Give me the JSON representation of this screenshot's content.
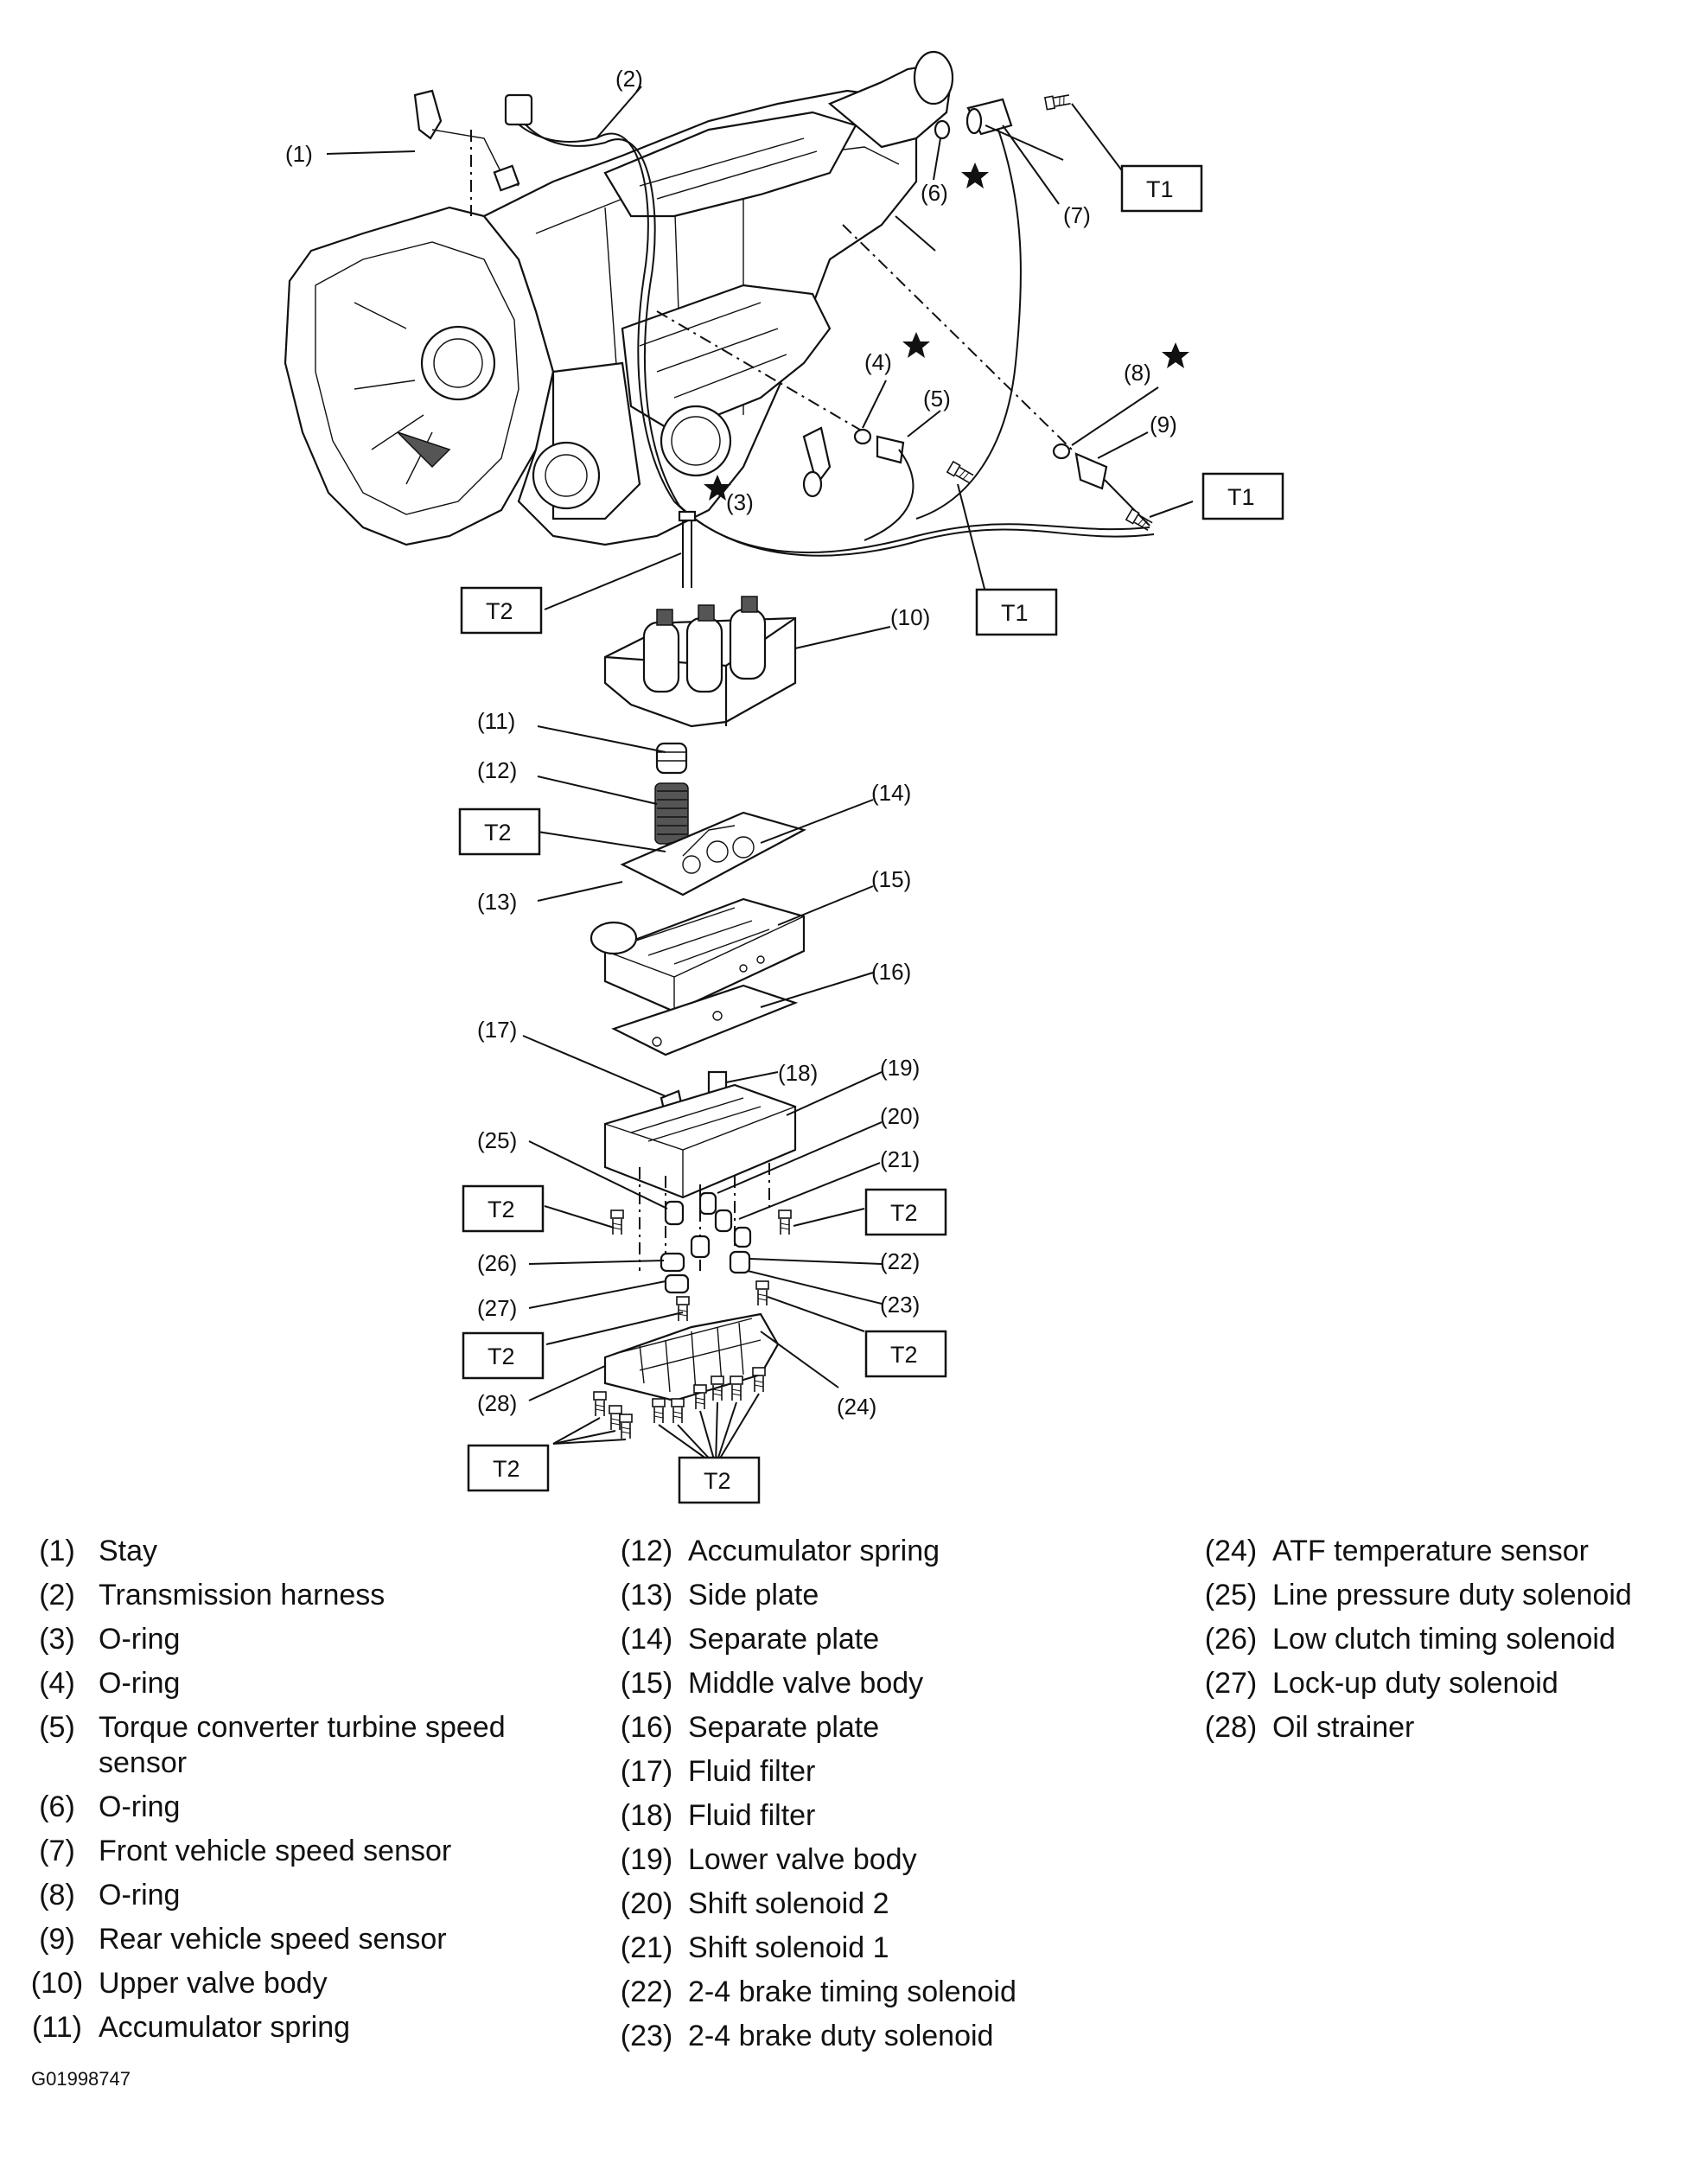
{
  "diagram": {
    "callouts": [
      "(1)",
      "(2)",
      "(3)",
      "(4)",
      "(5)",
      "(6)",
      "(7)",
      "(8)",
      "(9)",
      "(10)",
      "(11)",
      "(12)",
      "(13)",
      "(14)",
      "(15)",
      "(16)",
      "(17)",
      "(18)",
      "(19)",
      "(20)",
      "(21)",
      "(22)",
      "(23)",
      "(24)",
      "(25)",
      "(26)",
      "(27)",
      "(28)"
    ],
    "torque_t1": "T1",
    "torque_t2": "T2"
  },
  "legend": {
    "col1": [
      {
        "num": "(1)",
        "text": "Stay"
      },
      {
        "num": "(2)",
        "text": "Transmission harness"
      },
      {
        "num": "(3)",
        "text": "O-ring"
      },
      {
        "num": "(4)",
        "text": "O-ring"
      },
      {
        "num": "(5)",
        "text": "Torque converter turbine speed",
        "text2": "sensor"
      },
      {
        "num": "(6)",
        "text": "O-ring"
      },
      {
        "num": "(7)",
        "text": "Front vehicle speed sensor"
      },
      {
        "num": "(8)",
        "text": "O-ring"
      },
      {
        "num": "(9)",
        "text": "Rear vehicle speed sensor"
      },
      {
        "num": "(10)",
        "text": "Upper valve body"
      },
      {
        "num": "(11)",
        "text": "Accumulator spring"
      }
    ],
    "col2": [
      {
        "num": "(12)",
        "text": "Accumulator spring"
      },
      {
        "num": "(13)",
        "text": "Side plate"
      },
      {
        "num": "(14)",
        "text": "Separate plate"
      },
      {
        "num": "(15)",
        "text": "Middle valve body"
      },
      {
        "num": "(16)",
        "text": "Separate plate"
      },
      {
        "num": "(17)",
        "text": "Fluid filter"
      },
      {
        "num": "(18)",
        "text": "Fluid filter"
      },
      {
        "num": "(19)",
        "text": "Lower valve body"
      },
      {
        "num": "(20)",
        "text": "Shift solenoid 2"
      },
      {
        "num": "(21)",
        "text": "Shift solenoid 1"
      },
      {
        "num": "(22)",
        "text": "2-4 brake timing solenoid"
      },
      {
        "num": "(23)",
        "text": "2-4 brake duty solenoid"
      }
    ],
    "col3": [
      {
        "num": "(24)",
        "text": "ATF temperature sensor"
      },
      {
        "num": "(25)",
        "text": "Line pressure duty solenoid"
      },
      {
        "num": "(26)",
        "text": "Low clutch timing solenoid"
      },
      {
        "num": "(27)",
        "text": "Lock-up duty solenoid"
      },
      {
        "num": "(28)",
        "text": "Oil strainer"
      }
    ]
  },
  "figure_code": "G01998747"
}
